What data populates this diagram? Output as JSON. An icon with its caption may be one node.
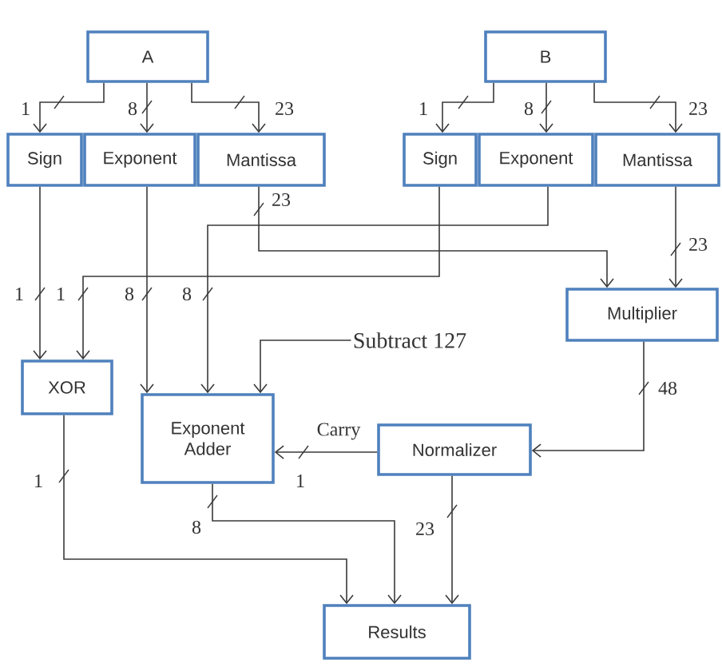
{
  "diagram": {
    "nodes": [
      {
        "text": [
          "A"
        ]
      },
      {
        "text": [
          "B"
        ]
      },
      {
        "text": [
          "Sign"
        ]
      },
      {
        "text": [
          "Exponent"
        ]
      },
      {
        "text": [
          "Mantissa"
        ]
      },
      {
        "text": [
          "Sign"
        ]
      },
      {
        "text": [
          "Exponent"
        ]
      },
      {
        "text": [
          "Mantissa"
        ]
      },
      {
        "text": [
          "Multiplier"
        ]
      },
      {
        "text": [
          "XOR"
        ]
      },
      {
        "text": [
          "Subtract 127"
        ]
      },
      {
        "text": [
          "Exponent Adder"
        ]
      },
      {
        "text": [
          "Normalizer"
        ]
      },
      {
        "text": [
          "Results"
        ]
      }
    ],
    "edges": [
      {
        "from": 0,
        "to": 2,
        "arrow": "to",
        "label": "1"
      },
      {
        "from": 0,
        "to": 3,
        "arrow": "to",
        "label": "8"
      },
      {
        "from": 0,
        "to": 4,
        "arrow": "to",
        "label": "23"
      },
      {
        "from": 1,
        "to": 5,
        "arrow": "to",
        "label": "1"
      },
      {
        "from": 1,
        "to": 6,
        "arrow": "to",
        "label": "8"
      },
      {
        "from": 1,
        "to": 7,
        "arrow": "to",
        "label": "23"
      },
      {
        "from": 4,
        "to": 8,
        "arrow": "to",
        "label": "23"
      },
      {
        "from": 7,
        "to": 8,
        "arrow": "to",
        "label": "23"
      },
      {
        "from": 2,
        "to": 9,
        "arrow": "to",
        "label": "1"
      },
      {
        "from": 5,
        "to": 9,
        "arrow": "to",
        "label": "1"
      },
      {
        "from": 3,
        "to": 11,
        "arrow": "to",
        "label": "8"
      },
      {
        "from": 6,
        "to": 11,
        "arrow": "to",
        "label": "8"
      },
      {
        "from": 10,
        "to": 11,
        "arrow": "to"
      },
      {
        "from": 8,
        "to": 12,
        "arrow": "to",
        "label": "48"
      },
      {
        "from": 12,
        "to": 11,
        "arrow": "to",
        "label": "Carry"
      },
      {
        "from": 11,
        "to": 13,
        "arrow": "to",
        "label": "8"
      },
      {
        "from": 12,
        "to": 13,
        "arrow": "to",
        "label": "23"
      },
      {
        "from": 9,
        "to": 13,
        "arrow": "to",
        "label": "1"
      }
    ],
    "labels": [
      "1"
    ]
  }
}
